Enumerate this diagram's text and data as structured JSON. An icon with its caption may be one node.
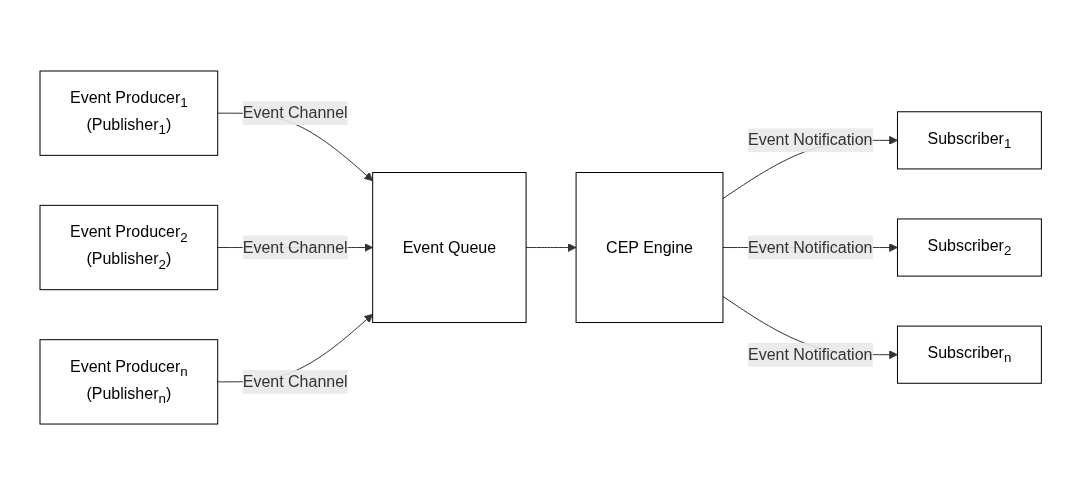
{
  "diagram": {
    "nodes": [
      {
        "text": [
          "Event Producer$_{1}$",
          "(Publisher$_{1}$)"
        ]
      },
      {
        "text": [
          "Event Producer$_{2}$",
          "(Publisher$_{2}$)"
        ]
      },
      {
        "text": [
          "Event Producer$_{n}$",
          "(Publisher$_{n}$)"
        ]
      },
      {
        "text": [
          "Event Queue"
        ]
      },
      {
        "text": [
          "CEP Engine"
        ]
      },
      {
        "text": [
          "Subscriber$_{1}$"
        ]
      },
      {
        "text": [
          "Subscriber$_{2}$"
        ]
      },
      {
        "text": [
          "Subscriber$_{n}$"
        ]
      }
    ],
    "edges": [
      {
        "from": 0,
        "to": 3,
        "arrow": "to",
        "label": "Event Channel"
      },
      {
        "from": 1,
        "to": 3,
        "arrow": "to",
        "label": "Event Channel"
      },
      {
        "from": 2,
        "to": 3,
        "arrow": "to",
        "label": "Event Channel"
      },
      {
        "from": 3,
        "to": 4,
        "arrow": "to"
      },
      {
        "from": 4,
        "to": 5,
        "arrow": "to",
        "label": "Event Notification"
      },
      {
        "from": 4,
        "to": 6,
        "arrow": "to",
        "label": "Event Notification"
      },
      {
        "from": 4,
        "to": 7,
        "arrow": "to",
        "label": "Event Notification"
      }
    ]
  }
}
